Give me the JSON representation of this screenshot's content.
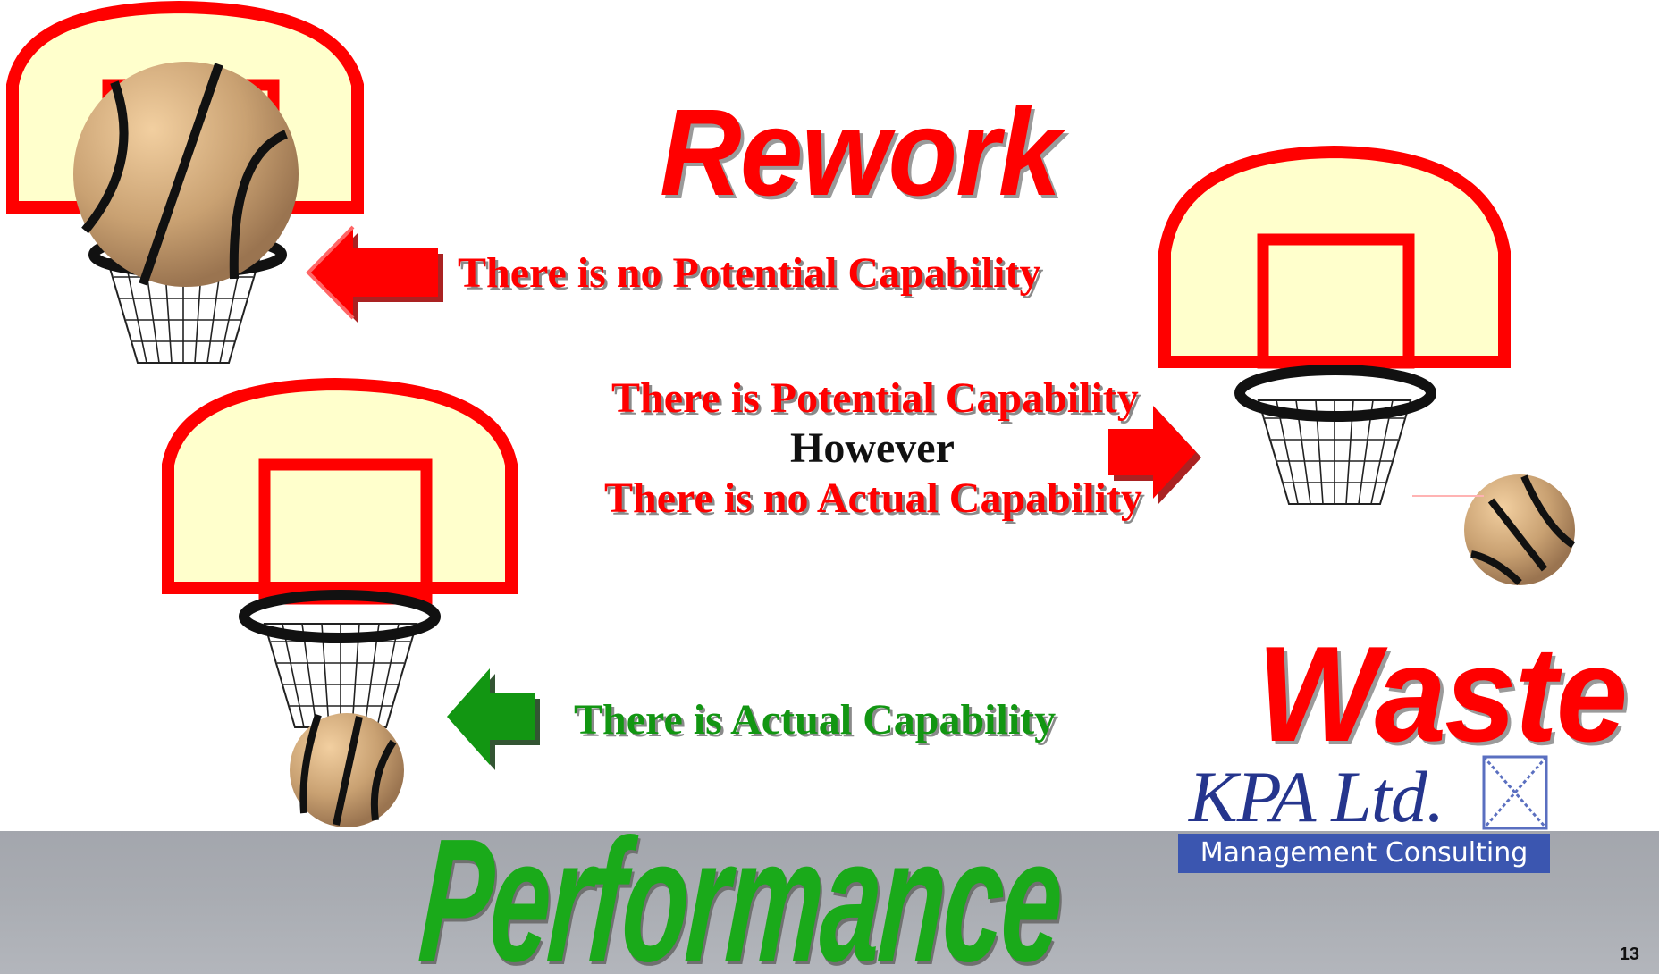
{
  "slide": {
    "title_rework": "Rework",
    "title_waste": "Waste",
    "title_performance": "Performance",
    "number": "13"
  },
  "captions": {
    "no_potential": "There is no Potential Capability",
    "potential_line1": "There is Potential Capability",
    "potential_line2": "However",
    "potential_line3": "There is no Actual Capability",
    "actual": "There is Actual Capability"
  },
  "logo": {
    "name": "KPA Ltd.",
    "tagline": "Management Consulting"
  },
  "colors": {
    "red": "#ff0000",
    "green": "#129612",
    "backboard": "#ffffcc",
    "ball": "#c8a073",
    "floor": "#a9acb2",
    "logo_blue": "#25358d"
  },
  "icons": [
    "basketball-hoop-icon",
    "basketball-icon",
    "arrow-left-icon",
    "arrow-right-icon"
  ]
}
